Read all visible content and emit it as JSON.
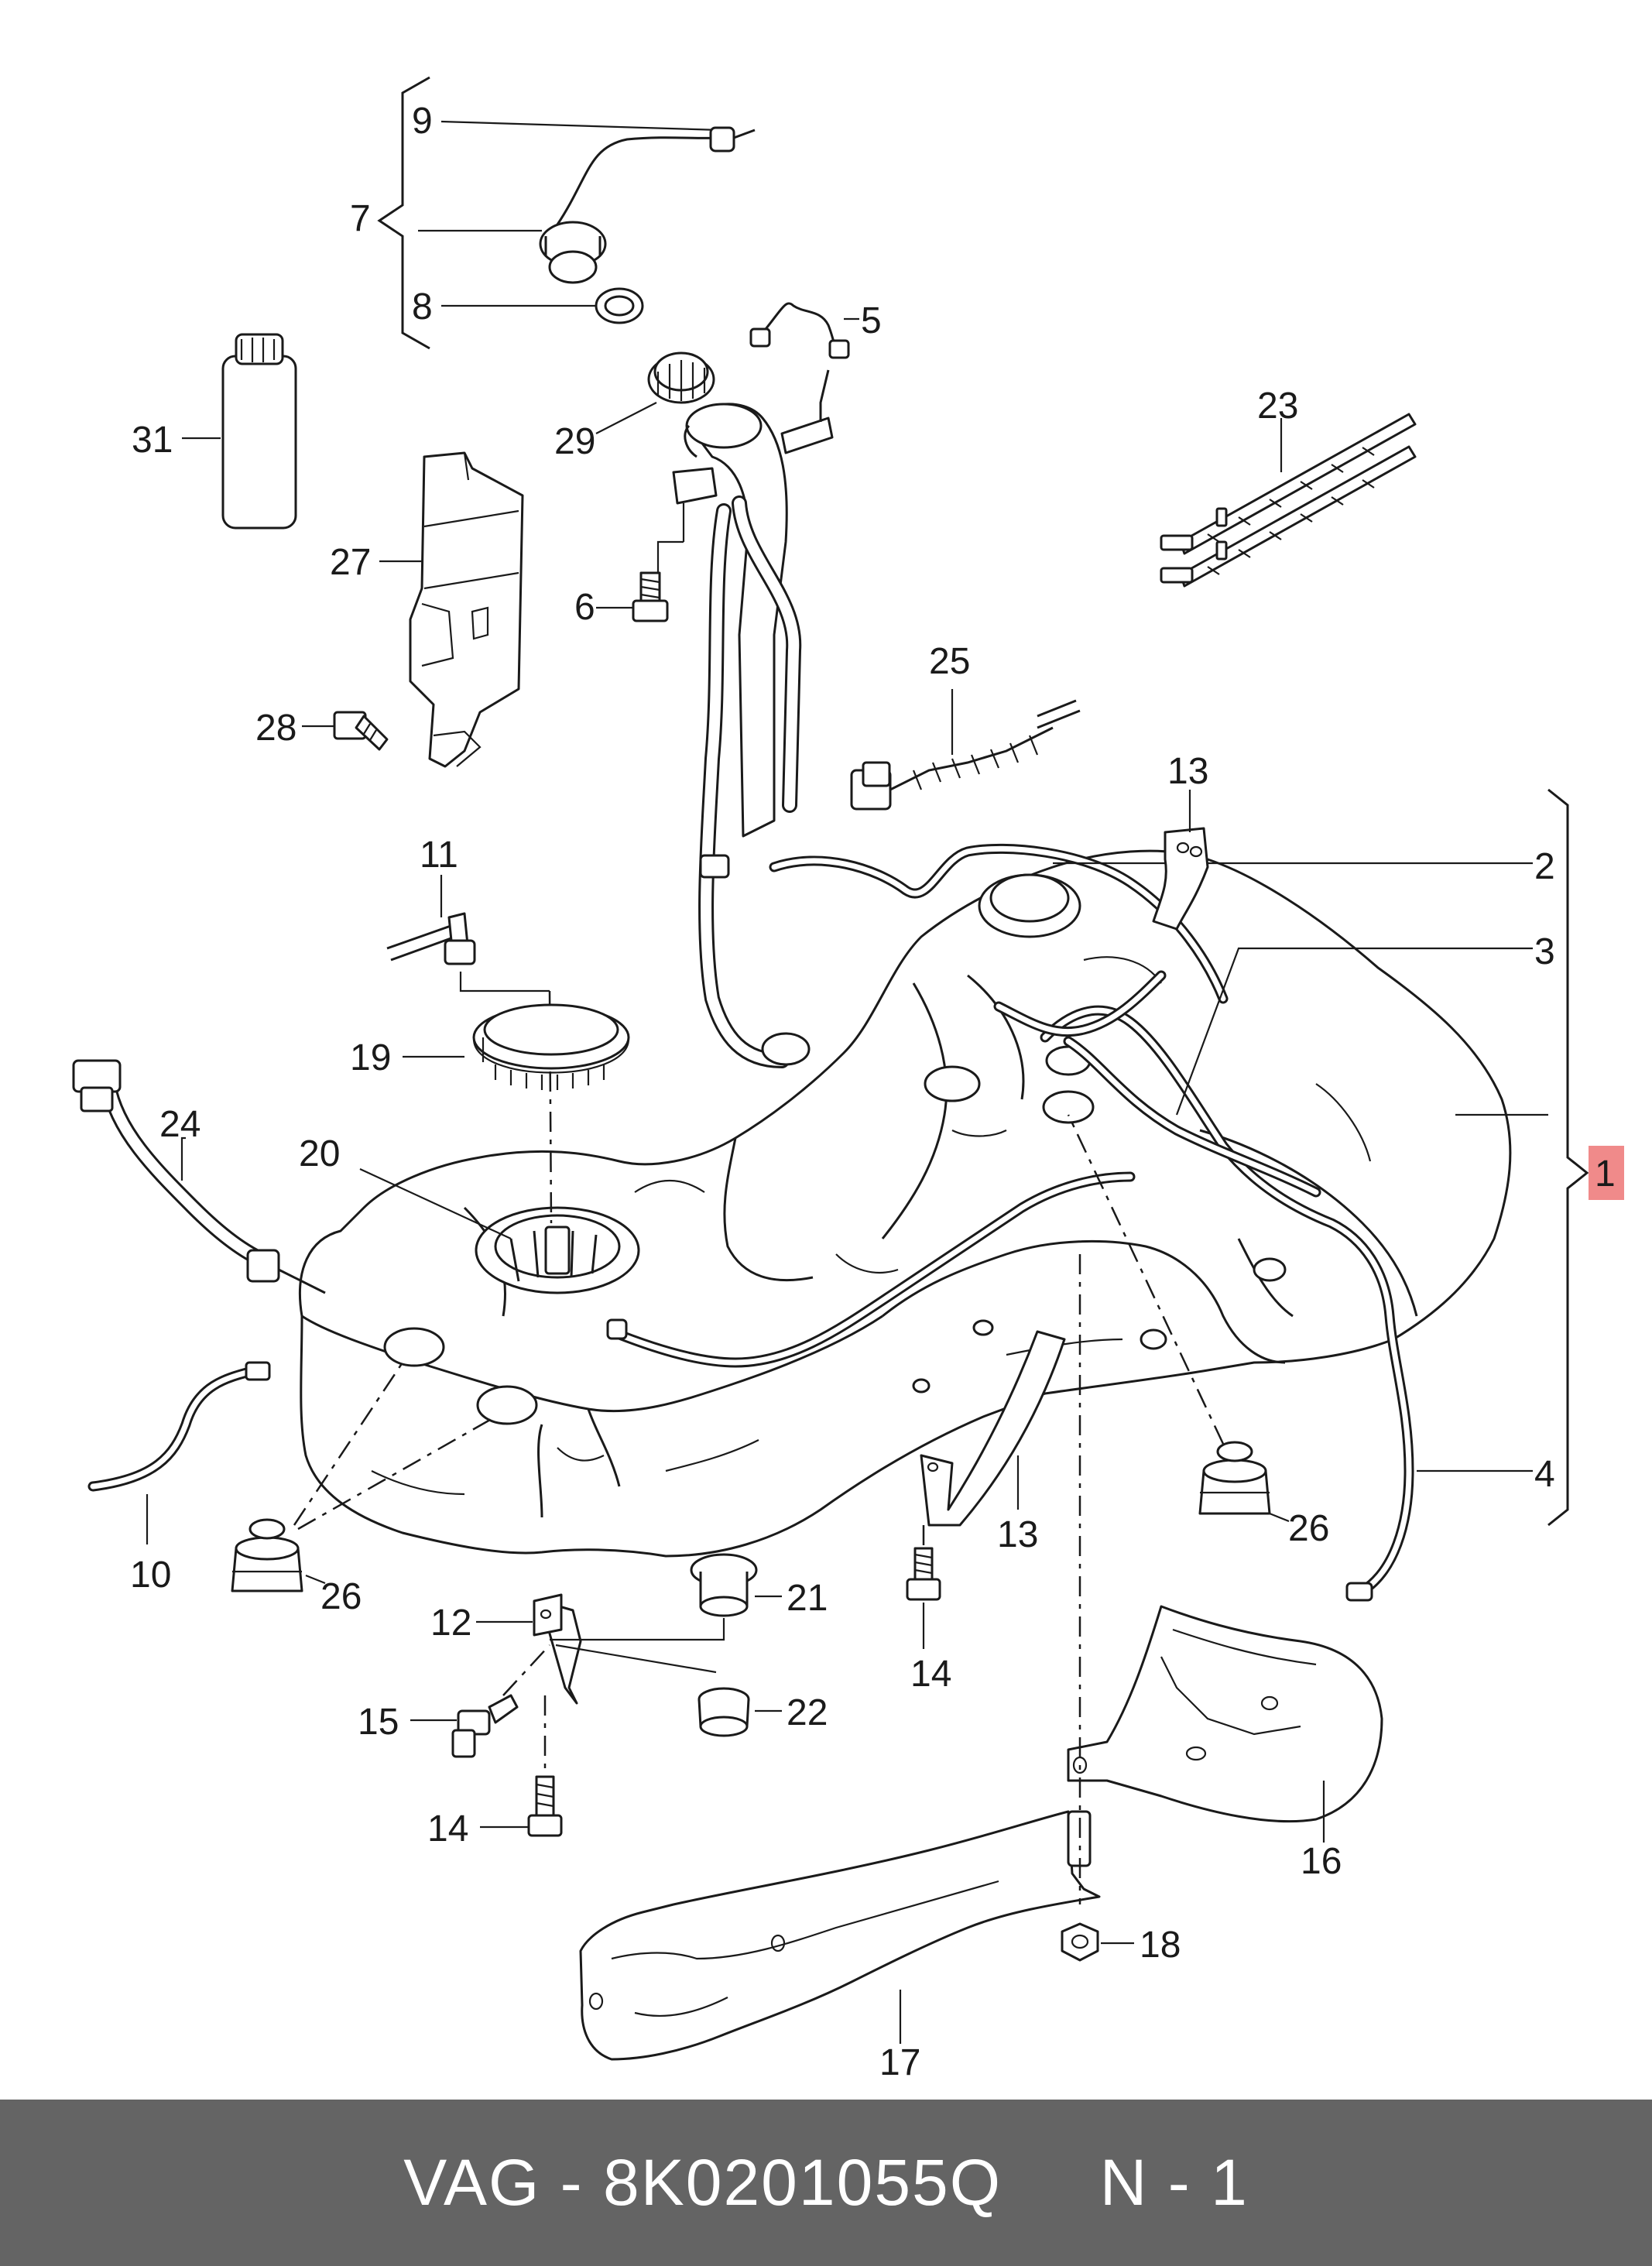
{
  "diagram": {
    "callouts": [
      {
        "number": "1",
        "highlighted": true
      },
      {
        "number": "2"
      },
      {
        "number": "3"
      },
      {
        "number": "4"
      },
      {
        "number": "5"
      },
      {
        "number": "6"
      },
      {
        "number": "7"
      },
      {
        "number": "8"
      },
      {
        "number": "9"
      },
      {
        "number": "10"
      },
      {
        "number": "11"
      },
      {
        "number": "12"
      },
      {
        "number": "13"
      },
      {
        "number": "14"
      },
      {
        "number": "15"
      },
      {
        "number": "16"
      },
      {
        "number": "17"
      },
      {
        "number": "18"
      },
      {
        "number": "19"
      },
      {
        "number": "20"
      },
      {
        "number": "21"
      },
      {
        "number": "22"
      },
      {
        "number": "23"
      },
      {
        "number": "24"
      },
      {
        "number": "25"
      },
      {
        "number": "26"
      },
      {
        "number": "27"
      },
      {
        "number": "28"
      },
      {
        "number": "29"
      },
      {
        "number": "31"
      }
    ],
    "highlight_color": "#f08a8a",
    "line_color": "#1a1a1a"
  },
  "footer": {
    "text": "VAG - 8K0201055Q     N - 1",
    "background_color": "#646464",
    "text_color": "#ffffff"
  }
}
